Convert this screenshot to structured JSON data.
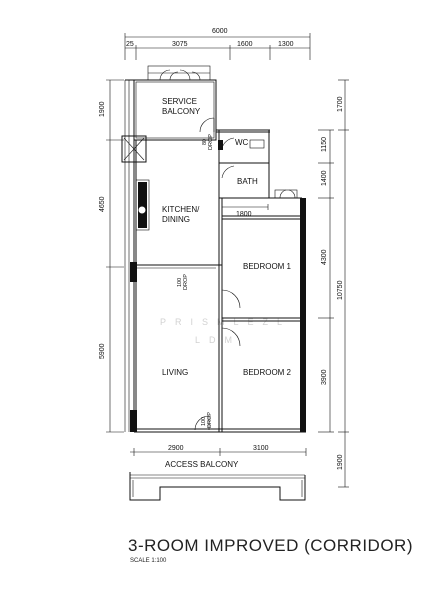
{
  "plan": {
    "title": "3-ROOM IMPROVED (CORRIDOR)",
    "scale": "SCALE  1:100",
    "watermark": {
      "line1": "PRISMLEZL",
      "line2": "LDM"
    },
    "top_dimensions": {
      "total": "6000",
      "parts": [
        "25",
        "3075",
        "1600",
        "1300"
      ]
    },
    "bottom_dimensions": [
      "2900",
      "3100"
    ],
    "left_dimensions": [
      "1900",
      "4650",
      "5900"
    ],
    "right_inner_dimensions": [
      "1150",
      "1400",
      "4300",
      "3900"
    ],
    "right_outer_dimensions": [
      "1700",
      "10750",
      "1900"
    ],
    "internal_dimension": "1800",
    "rooms": {
      "service_balcony": [
        "SERVICE",
        "BALCONY"
      ],
      "wc": "WC",
      "bath": "BATH",
      "kitchen": [
        "KITCHEN/",
        "DINING"
      ],
      "bedroom1": "BEDROOM  1",
      "bedroom2": "BEDROOM  2",
      "living": "LIVING",
      "access_balcony": "ACCESS BALCONY"
    },
    "drops": [
      {
        "value": "80",
        "label": "DROP"
      },
      {
        "value": "100",
        "label": "DROP"
      },
      {
        "value": "100",
        "label": "DROP"
      }
    ]
  }
}
